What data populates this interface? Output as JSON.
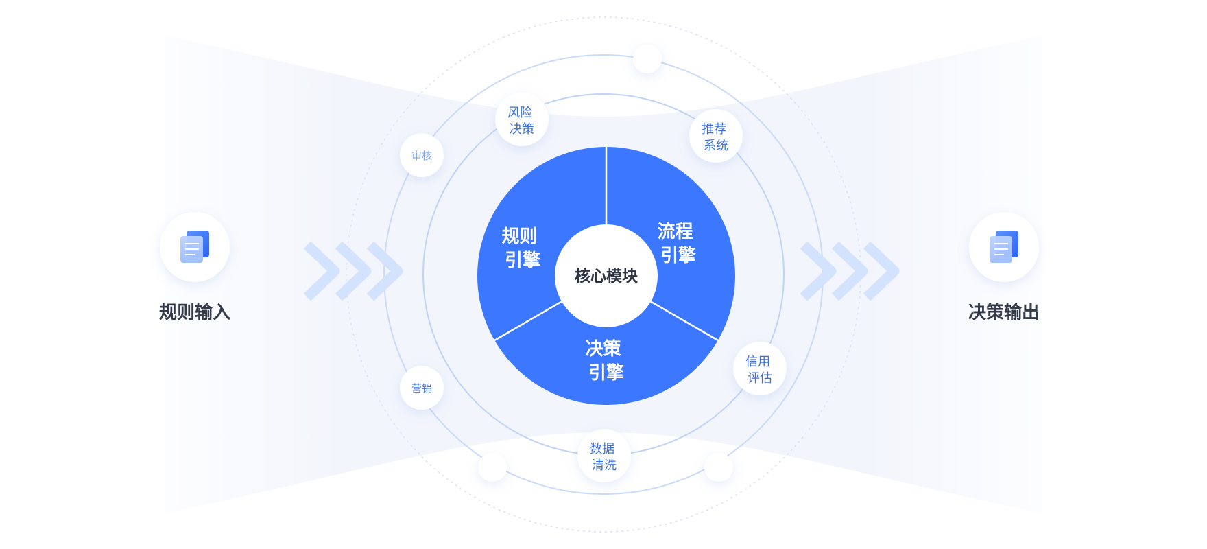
{
  "input": {
    "label": "规则输入",
    "icon": "document-stack-icon"
  },
  "output": {
    "label": "决策输出",
    "icon": "document-stack-icon"
  },
  "core": {
    "label": "核心模块",
    "segments": [
      {
        "line1": "规则",
        "line2": "引擎"
      },
      {
        "line1": "流程",
        "line2": "引擎"
      },
      {
        "line1": "决策",
        "line2": "引擎"
      }
    ]
  },
  "scenarios": {
    "risk": {
      "line1": "风险",
      "line2": "决策"
    },
    "recommend": {
      "line1": "推荐",
      "line2": "系统"
    },
    "credit": {
      "line1": "信用",
      "line2": "评估"
    },
    "data": {
      "line1": "数据",
      "line2": "清洗"
    },
    "audit": {
      "label": "审核"
    },
    "marketing": {
      "label": "营销"
    }
  },
  "colors": {
    "primary": "#3B77FF",
    "bubble_text": "#3D6FE0",
    "label_text": "#333A4A",
    "ring": "#C9DAFB",
    "flow_band": "#F2F5FC",
    "chevron": "#D4E3FD"
  }
}
